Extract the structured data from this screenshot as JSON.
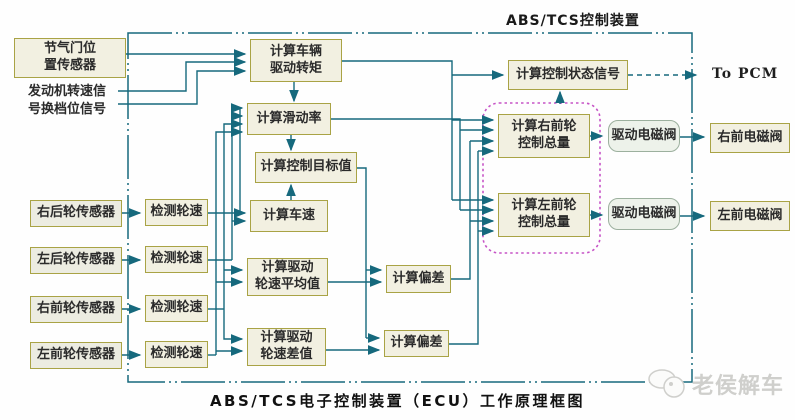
{
  "title": "ABS/TCS控制装置",
  "caption": "ABS/TCS电子控制装置（ECU）工作原理框图",
  "watermark": "老侯解车",
  "to_pcm": "To PCM",
  "colors": {
    "line": "#16697d",
    "box_border": "#a9a345",
    "box_fill": "#f2f0e1",
    "rounded_fill": "#edf2ea",
    "rounded_border": "#9cb09e",
    "dashed_container": "#c653c6",
    "watermark_gray": "#cfcfcc"
  },
  "nodes": {
    "throttle_sensor": "节气门位\n置传感器",
    "engine_signals": "发动机转速信\n号换档位信号",
    "wheel_sensor_rr": "右后轮传感器",
    "wheel_sensor_lr": "左后轮传感器",
    "wheel_sensor_rf": "右前轮传感器",
    "wheel_sensor_lf": "左前轮传感器",
    "detect_wheel_speed": "检测轮速",
    "calc_drive_torque": "计算车辆\n驱动转矩",
    "calc_slip_rate": "计算滑动率",
    "calc_target_value": "计算控制目标值",
    "calc_vehicle_speed": "计算车速",
    "calc_avg_wheel_speed": "计算驱动\n轮速平均值",
    "calc_wheel_speed_diff": "计算驱动\n轮速差值",
    "calc_deviation": "计算偏差",
    "calc_status_signal": "计算控制状态信号",
    "calc_rf_control": "计算右前轮\n控制总量",
    "calc_lf_control": "计算左前轮\n控制总量",
    "drive_solenoid": "驱动电磁阀",
    "valve_rf": "右前电磁阀",
    "valve_lf": "左前电磁阀"
  }
}
